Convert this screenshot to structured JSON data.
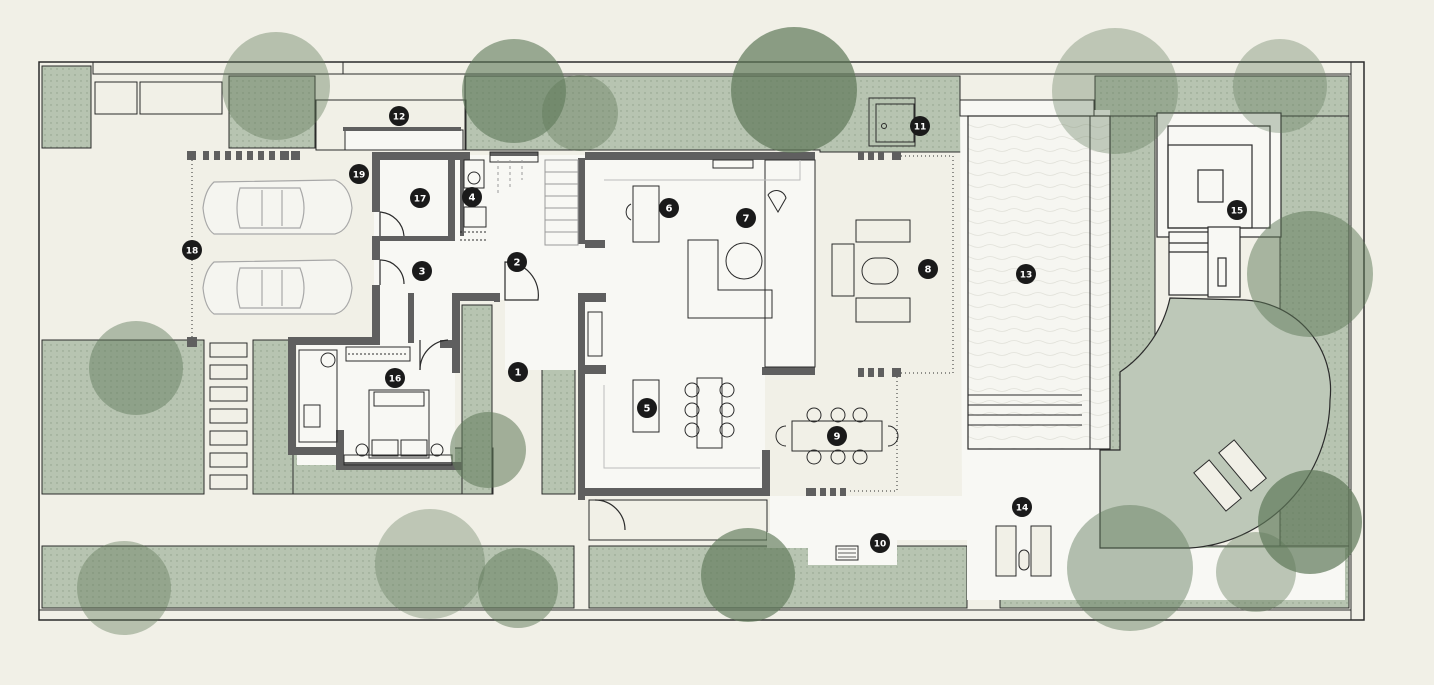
{
  "colors": {
    "background": "#f1f0e7",
    "garden": "#b7c4b1",
    "tree": "#5e7858",
    "wall": "#5f5f5f",
    "line": "#2b2b2b",
    "interior": "#f8f8f4",
    "pool": "#f6f6f1",
    "badge": "#1a1a1a",
    "badge_text": "#ffffff",
    "lawn": "#bdc8b8"
  },
  "icons": {
    "car": "car-icon",
    "tree": "tree-icon",
    "bed": "bed-icon",
    "sofa": "sofa-icon",
    "dining_table": "dining-table-icon",
    "sun_lounger": "sun-lounger-icon",
    "stairs": "stairs-icon",
    "door": "door-swing-icon"
  },
  "markers": [
    {
      "n": "1"
    },
    {
      "n": "2"
    },
    {
      "n": "3"
    },
    {
      "n": "4"
    },
    {
      "n": "5"
    },
    {
      "n": "6"
    },
    {
      "n": "7"
    },
    {
      "n": "8"
    },
    {
      "n": "9"
    },
    {
      "n": "10"
    },
    {
      "n": "11"
    },
    {
      "n": "12"
    },
    {
      "n": "13"
    },
    {
      "n": "14"
    },
    {
      "n": "15"
    },
    {
      "n": "16"
    },
    {
      "n": "17"
    },
    {
      "n": "18"
    },
    {
      "n": "19"
    }
  ]
}
